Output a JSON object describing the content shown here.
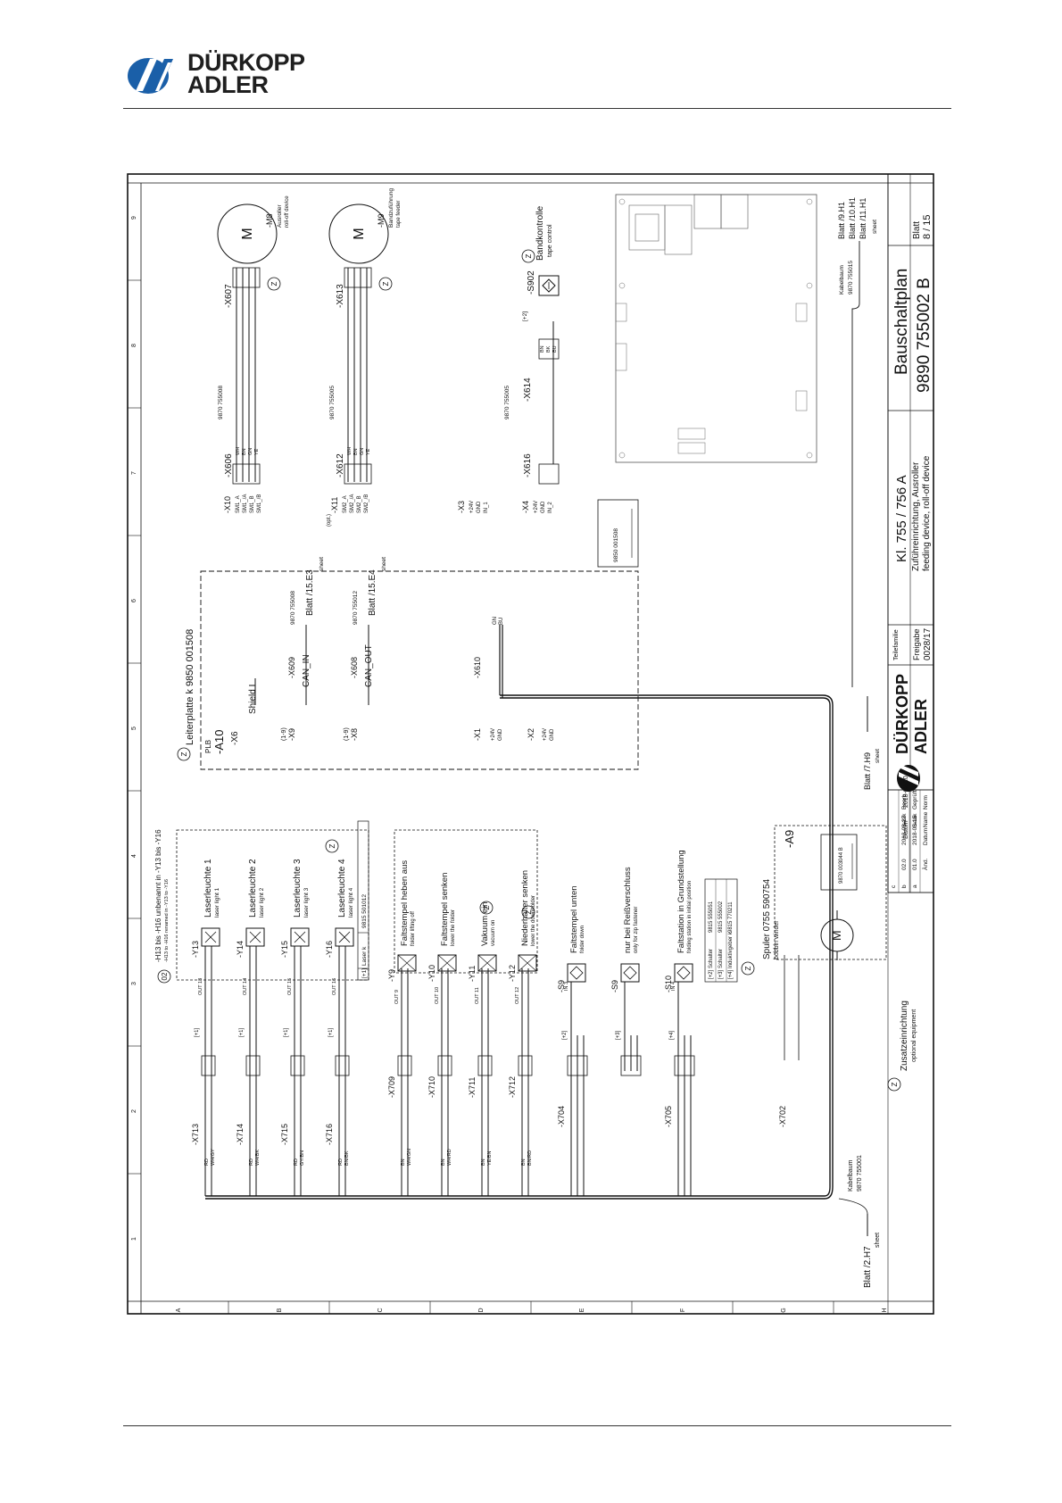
{
  "brand": {
    "line1": "DÜRKOPP",
    "line2": "ADLER",
    "color": "#1a5fa8"
  },
  "columns": [
    "1",
    "2",
    "3",
    "4",
    "5",
    "6",
    "7",
    "8",
    "9"
  ],
  "rows": [
    "A",
    "B",
    "C",
    "D",
    "E",
    "F",
    "G",
    "H"
  ],
  "title_block": {
    "kl": "Kl. 755 / 756 A",
    "desc_de": "Zuführeinrichtung, Ausroller",
    "desc_en": "feeding device, roll-off device",
    "drawing_title": "Bauschaltplan",
    "drawing_no": "9890  755002  B",
    "blatt_label": "Blatt",
    "blatt": "8 / 15",
    "teilefamilie": "Teilefamilie",
    "freigabe": "Freigabe",
    "freigabe_val": "0028/17",
    "rev_rows": [
      [
        "c",
        "",
        "",
        "",
        ""
      ],
      [
        "b",
        "02.0",
        "2018-06-27",
        "Isaak",
        "Bearb."
      ],
      [
        "a",
        "01.0",
        "2018-05-15",
        "Isaak",
        "Geprüft"
      ],
      [
        "",
        "Änd.",
        "Datum",
        "Name",
        "Norm"
      ]
    ],
    "datum_label": "Datum",
    "datum_val": "2018-02-20",
    "name_val": "Isaak",
    "logo_line1": "DÜRKOPP",
    "logo_line2": "ADLER"
  },
  "laser_group": {
    "note": "-H13 bis -H16 unbenannt in -Y13 bis -Y16",
    "note_en": "-H13 to -H16 renamed in -Y13 to -Y16",
    "tag": "02",
    "items": [
      {
        "conn": "-X713",
        "dev": "-Y13",
        "de": "Laserleuchte 1",
        "en": "laser light 1",
        "out": "OUT 13",
        "wires": [
          "RD",
          "WH/GY"
        ],
        "plus": "[+1]"
      },
      {
        "conn": "-X714",
        "dev": "-Y14",
        "de": "Laserleuchte 2",
        "en": "laser light 2",
        "out": "OUT 14",
        "wires": [
          "RD",
          "WH/BK"
        ],
        "plus": "[+1]"
      },
      {
        "conn": "-X715",
        "dev": "-Y15",
        "de": "Laserleuchte 3",
        "en": "laser light 3",
        "out": "OUT 15",
        "wires": [
          "RD",
          "GY/BN"
        ],
        "plus": "[+1]"
      },
      {
        "conn": "-X716",
        "dev": "-Y16",
        "de": "Laserleuchte 4",
        "en": "laser light 4",
        "out": "OUT 16",
        "wires": [
          "RD",
          "BN/BK"
        ],
        "plus": "[+1]"
      }
    ],
    "parts": [
      "[+1]",
      "Laser k",
      "9815 501012"
    ]
  },
  "valve_group": {
    "items": [
      {
        "conn": "-X709",
        "dev": "-Y9",
        "de": "Faltstempel heben aus",
        "en": "folder lifting off",
        "out": "OUT 9",
        "wires": [
          "BN",
          "WH/GN"
        ]
      },
      {
        "conn": "-X710",
        "dev": "-Y10",
        "de": "Faltstempel senken",
        "en": "lower the folder",
        "out": "OUT 10",
        "wires": [
          "BN",
          "WH/RD"
        ]
      },
      {
        "conn": "-X711",
        "dev": "-Y11",
        "de": "Vakuum ein",
        "en": "vacuum on",
        "out": "OUT 11",
        "wires": [
          "BN",
          "YE/BN"
        ]
      },
      {
        "conn": "-X712",
        "dev": "-Y12",
        "de": "Niederhalter senken",
        "en": "lower the downholder",
        "out": "OUT 12",
        "wires": [
          "BN",
          "BN/RD"
        ]
      }
    ]
  },
  "sensors": [
    {
      "conn": "-X704",
      "dev": "-S9",
      "de": "Faltstempel unten",
      "en": "folder down",
      "in": "IN 3",
      "plus": "[+2]"
    },
    {
      "conn": "",
      "dev": "-S9",
      "de": "nur bei Reißverschluss",
      "en": "only for zip fastener",
      "in": "",
      "plus": "[+3]"
    },
    {
      "conn": "-X705",
      "dev": "-S10",
      "de": "Faltstation in Grundstellung",
      "en": "folding station in initial position",
      "in": "IN 4",
      "plus": "[+4]"
    }
  ],
  "sensor_parts": [
    [
      "[+2]",
      "Schalter",
      "9815 555051"
    ],
    [
      "[+3]",
      "Schalter",
      "9815 555002"
    ],
    [
      "[+4]",
      "Induktivgeber k",
      "9815 770211"
    ]
  ],
  "winder": {
    "conn": "-X702",
    "dev": "-A9",
    "de": "Spuler 0755 590754",
    "en": "bobbin winder",
    "part": "9870 003044 B",
    "motor": "M"
  },
  "cable_left": {
    "name": "Kabelbaum",
    "no": "9870 755001",
    "ref": "Blatt /2.H7",
    "sheet": "sheet"
  },
  "zusatz": {
    "de": "Zusatzeinrichtung",
    "en": "optional equipment"
  },
  "pcb": {
    "dev": "-A10",
    "type": "PLB",
    "title": "Leiterplatte k 9850 001508",
    "label_block": "9850 001508",
    "x6": "-X6",
    "shield": "Shield",
    "x9": "-X9",
    "x9_pins": "(1-9)",
    "can_in": "CAN_IN",
    "x8": "-X8",
    "x8_pins": "(1-9)",
    "can_out": "CAN_OUT",
    "x609": "-X609",
    "x608": "-X608",
    "x1": "-X1",
    "x2": "-X2",
    "x610": "-X610",
    "x1_sig": [
      "+24V",
      "GND"
    ],
    "x2_sig": [
      "+24V",
      "GND"
    ],
    "x10": "-X10",
    "x10_sig": [
      "SM1_A",
      "SM1_/A",
      "SM1_B",
      "SM1_/B"
    ],
    "x11": "-X11",
    "x11_pins": "(opt.)",
    "x11_sig": [
      "SM2_A",
      "SM2_/A",
      "SM2_B",
      "SM2_/B"
    ],
    "x3": "-X3",
    "x3_sig": [
      "+24V",
      "GND",
      "IN_1"
    ],
    "x4": "-X4",
    "x4_sig": [
      "+24V",
      "GND",
      "IN_2"
    ],
    "ref_top": "Blatt /15.E3",
    "cable_top": "9870 755008",
    "ref_bot": "Blatt /15.E4",
    "cable_bot": "9870 755012",
    "sheet": "sheet"
  },
  "motors": [
    {
      "conn_in": "-X606",
      "conn_out": "-X607",
      "dev": "-M8",
      "de": "Ausroller",
      "en": "roll-off device",
      "cable": "9870 755008",
      "wires": [
        "WH",
        "BN",
        "GN",
        "YE"
      ],
      "motor": "M"
    },
    {
      "conn_in": "-X612",
      "conn_out": "-X613",
      "dev": "-M9",
      "de": "Bandzuführung",
      "en": "tape feeder",
      "cable": "9870 755005",
      "wires": [
        "WH",
        "BN",
        "GN",
        "YE"
      ],
      "motor": "M"
    }
  ],
  "tape_control": {
    "conn_in": "-X616",
    "conn_out": "-X614",
    "dev": "-S902",
    "de": "Bandkontrolle",
    "en": "tape control",
    "cable": "9870 755005",
    "plus": "[+2]",
    "wires": [
      "BN",
      "BK",
      "BU"
    ]
  },
  "right_refs": {
    "kabelbaum": "Kabelbaum",
    "cable": "9870 755015",
    "refs": [
      "Blatt /9.H1",
      "Blatt /10.H1",
      "Blatt /11.H1"
    ],
    "sheet": "sheet",
    "h9": "Blatt /7.H9",
    "h9_sheet": "sheet"
  },
  "left_bus_wires": [
    "GN",
    "BU"
  ],
  "z_mark": "Z"
}
